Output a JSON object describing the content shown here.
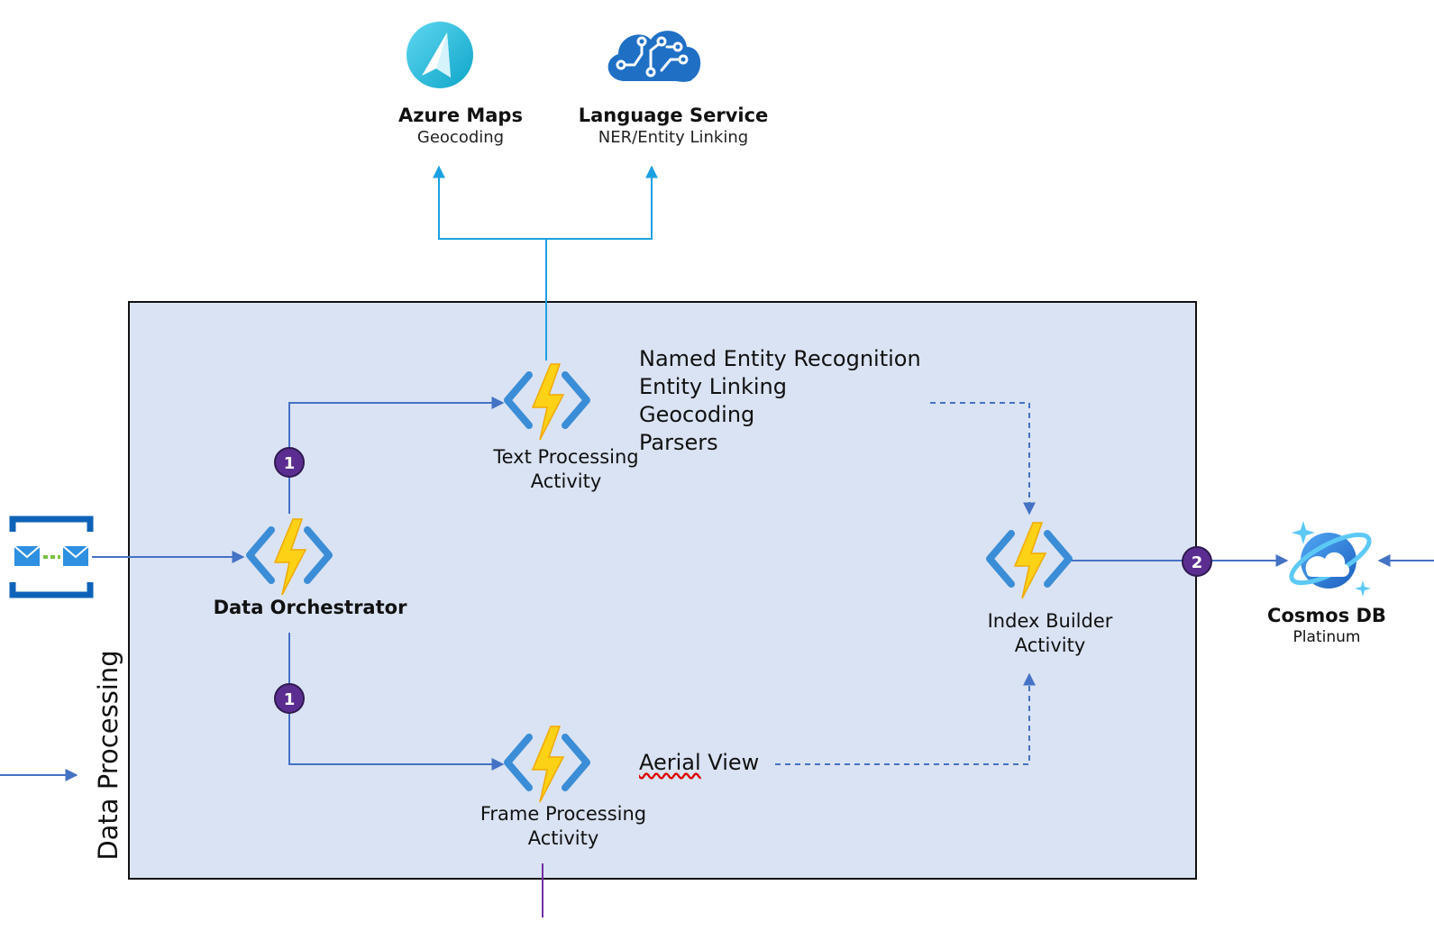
{
  "services": {
    "azure_maps": {
      "title": "Azure Maps",
      "subtitle": "Geocoding"
    },
    "language": {
      "title": "Language Service",
      "subtitle": "NER/Entity Linking"
    }
  },
  "container": {
    "title": "Data Processing"
  },
  "activities": {
    "text": {
      "line1": "Text Processing",
      "line2": "Activity"
    },
    "frame": {
      "line1": "Frame Processing",
      "line2": "Activity"
    },
    "index": {
      "line1": "Index Builder",
      "line2": "Activity"
    },
    "orchestrator": {
      "label": "Data Orchestrator"
    }
  },
  "text_notes": [
    "Named Entity Recognition",
    "Entity Linking",
    "Geocoding",
    "Parsers"
  ],
  "frame_note": {
    "prefix": "Aerial",
    "suffix": " View"
  },
  "badges": {
    "top": "1",
    "bottom": "1",
    "right": "2"
  },
  "cosmos": {
    "title": "Cosmos DB",
    "subtitle": "Platinum"
  },
  "colors": {
    "container_fill": "#dae3f3",
    "flow_line": "#4472c4",
    "service_line": "#1ba1e2",
    "badge": "#5c2d91",
    "bolt": "#fcd116",
    "bracket": "#3a8dd6"
  }
}
